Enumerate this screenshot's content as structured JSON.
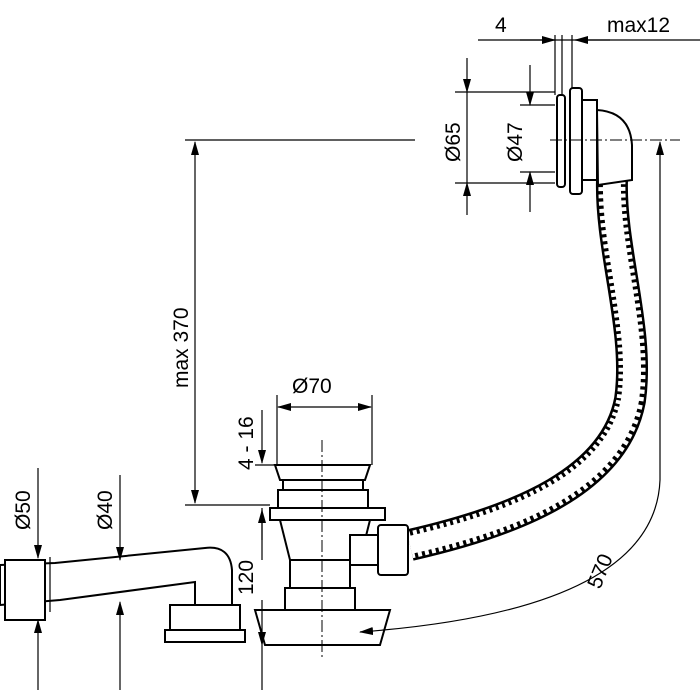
{
  "title": "Bath waste and overflow set – dimension drawing",
  "dimensions": {
    "overflow_plate_thickness": "4",
    "wall_max": "max12",
    "outer_diameter_overflow": "Ø65",
    "inner_diameter_overflow": "Ø47",
    "height_max": "max 370",
    "drain_diameter": "Ø70",
    "bath_thickness_range": "4 - 16",
    "outlet_outer": "Ø50",
    "outlet_inner": "Ø40",
    "trap_height": "120",
    "hose_length": "570"
  }
}
